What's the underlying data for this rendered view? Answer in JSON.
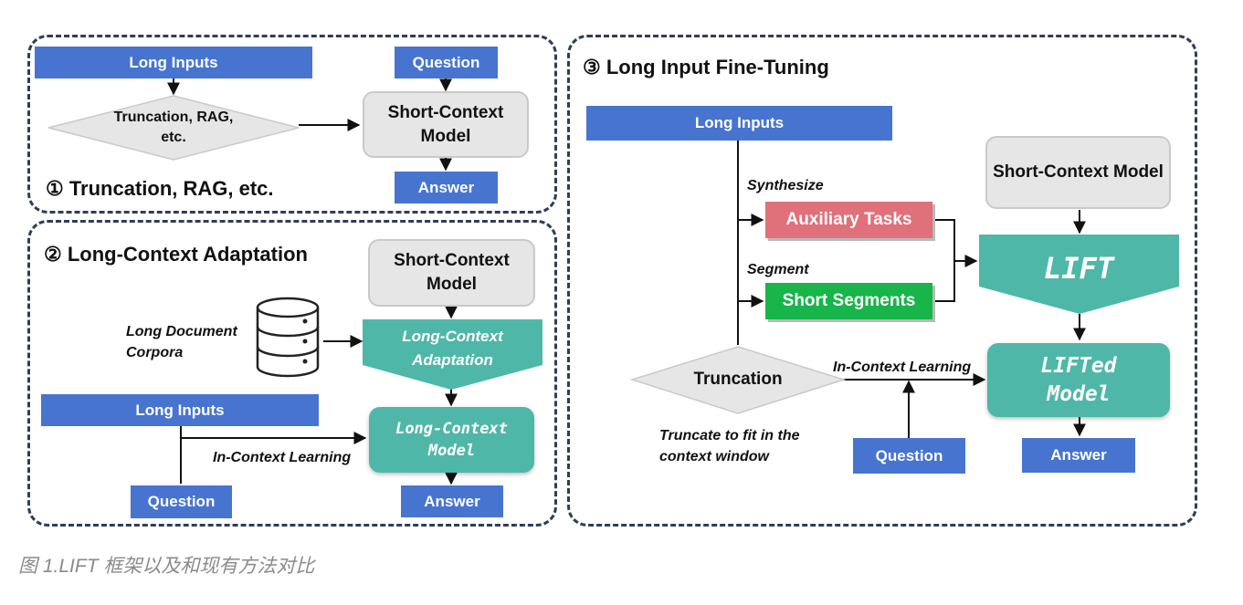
{
  "panel1": {
    "heading": "① Truncation, RAG, etc.",
    "long_inputs": "Long Inputs",
    "question": "Question",
    "truncation_rag": "Truncation, RAG,\netc.",
    "short_context_model": "Short-Context\nModel",
    "answer": "Answer"
  },
  "panel2": {
    "heading": "② Long-Context Adaptation",
    "short_context_model": "Short-Context\nModel",
    "long_document_corpora": "Long Document\nCorpora",
    "long_context_adaptation": "Long-Context\nAdaptation",
    "long_inputs": "Long Inputs",
    "long_context_model": "Long-Context\nModel",
    "in_context_learning": "In-Context Learning",
    "question": "Question",
    "answer": "Answer"
  },
  "panel3": {
    "heading": "③ Long Input Fine-Tuning",
    "long_inputs": "Long Inputs",
    "short_context_model": "Short-Context\nModel",
    "synthesize": "Synthesize",
    "auxiliary_tasks": "Auxiliary Tasks",
    "segment": "Segment",
    "short_segments": "Short Segments",
    "lift": "LIFT",
    "truncation": "Truncation",
    "in_context_learning": "In-Context Learning",
    "lifted_model": "LIFTed\nModel",
    "truncate_note": "Truncate to fit in the\ncontext window",
    "question": "Question",
    "answer": "Answer"
  },
  "caption": "图 1.LIFT 框架以及和现有方法对比",
  "colors": {
    "blue": "#4774cf",
    "teal": "#4fb7a8",
    "grey": "#e6e6e6",
    "red": "#e0707a",
    "green": "#17b54a",
    "dash": "#2f3d57"
  }
}
